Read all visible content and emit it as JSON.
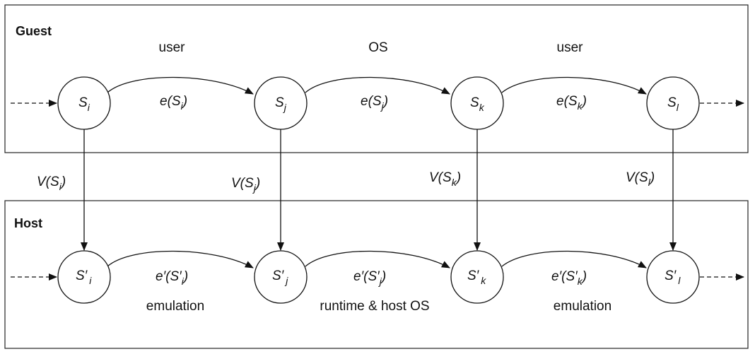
{
  "guest": {
    "title": "Guest",
    "transition_labels": [
      "user",
      "OS",
      "user"
    ],
    "states": [
      {
        "base": "S",
        "sub": "i"
      },
      {
        "base": "S",
        "sub": "j"
      },
      {
        "base": "S",
        "sub": "k"
      },
      {
        "base": "S",
        "sub": "l"
      }
    ],
    "edges": [
      {
        "pre": "e(S",
        "sub": "i",
        "post": ")"
      },
      {
        "pre": "e(S",
        "sub": "j",
        "post": ")"
      },
      {
        "pre": "e(S",
        "sub": "k",
        "post": ")"
      }
    ]
  },
  "mapping": [
    {
      "pre": "V(S",
      "sub": "i",
      "post": ")"
    },
    {
      "pre": "V(S",
      "sub": "j",
      "post": ")"
    },
    {
      "pre": "V(S",
      "sub": "k",
      "post": ")"
    },
    {
      "pre": "V(S",
      "sub": "l",
      "post": ")"
    }
  ],
  "host": {
    "title": "Host",
    "states": [
      {
        "base": "S′",
        "sub": "i"
      },
      {
        "base": "S′",
        "sub": "j"
      },
      {
        "base": "S′",
        "sub": "k"
      },
      {
        "base": "S′",
        "sub": "l"
      }
    ],
    "edges": [
      {
        "pre": "e′(S′",
        "sub": "i",
        "post": ")"
      },
      {
        "pre": "e′(S′",
        "sub": "j",
        "post": ")"
      },
      {
        "pre": "e′(S′",
        "sub": "k",
        "post": ")"
      }
    ],
    "edge_captions": [
      "emulation",
      "runtime & host OS",
      "emulation"
    ]
  }
}
